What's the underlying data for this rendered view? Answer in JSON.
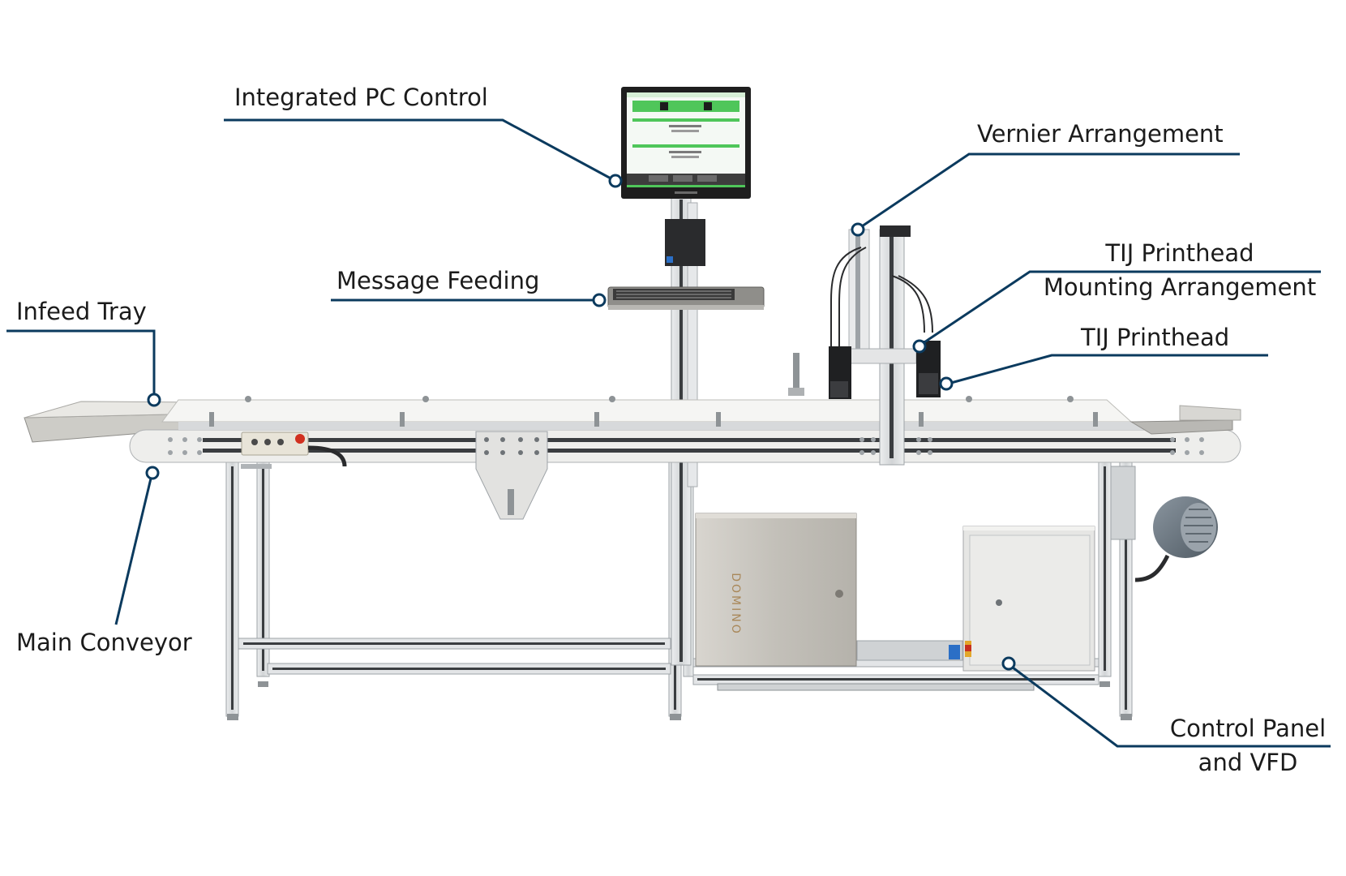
{
  "labels": {
    "integrated_pc_control": "Integrated PC Control",
    "vernier_arrangement": "Vernier Arrangement",
    "message_feeding": "Message Feeding",
    "infeed_tray": "Infeed Tray",
    "tij_mounting_line1": "TIJ Printhead",
    "tij_mounting_line2": "Mounting Arrangement",
    "tij_printhead": "TIJ Printhead",
    "main_conveyor": "Main Conveyor",
    "control_panel_line1": "Control Panel",
    "control_panel_line2": "and VFD"
  },
  "machine": {
    "enclosure_brand": "DOMINO"
  },
  "colors": {
    "leader_line": "#0b3a5e",
    "frame": "#d9dcdf",
    "frame_dark": "#3a3d40",
    "belt": "#f2f2f0",
    "cabinet_steel": "#c9c6bf",
    "cabinet_grey": "#e6e6e4",
    "screen_green": "#4fc65a",
    "monitor": "#1e1e1e"
  }
}
